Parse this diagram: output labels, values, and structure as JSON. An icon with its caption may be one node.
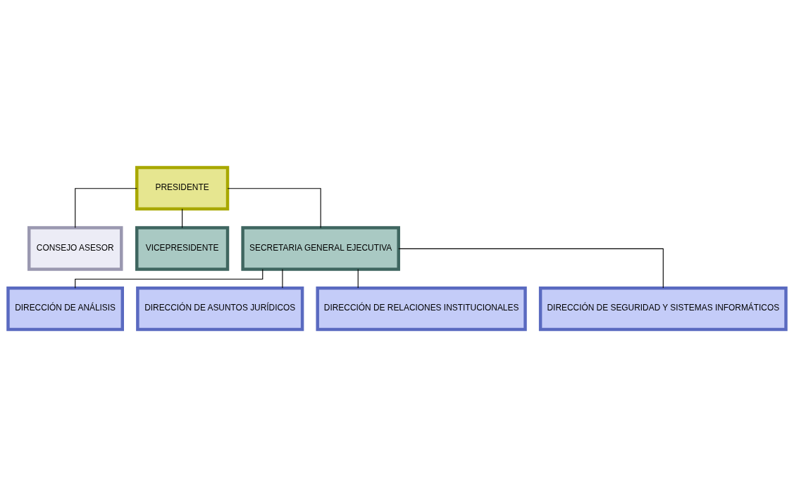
{
  "diagram": {
    "nodes": [
      {
        "text": [
          "PRESIDENTE"
        ]
      },
      {
        "text": [
          "CONSEJO ASESOR"
        ]
      },
      {
        "text": [
          "VICEPRESIDENTE"
        ]
      },
      {
        "text": [
          "SECRETARIA GENERAL EJECUTIVA"
        ]
      },
      {
        "text": [
          "DIRECCIÓN DE ANÁLISIS"
        ]
      },
      {
        "text": [
          "DIRECCIÓN DE ASUNTOS JURÍDICOS"
        ]
      },
      {
        "text": [
          "DIRECCIÓN DE RELACIONES INSTITUCIONALES"
        ]
      },
      {
        "text": [
          "DIRECCIÓN DE SEGURIDAD Y SISTEMAS INFORMÁTICOS"
        ]
      }
    ],
    "edges": [
      {
        "from": 0,
        "to": 1,
        "arrow": "none"
      },
      {
        "from": 0,
        "to": 2,
        "arrow": "none"
      },
      {
        "from": 0,
        "to": 3,
        "arrow": "none"
      },
      {
        "from": 3,
        "to": 4,
        "arrow": "none"
      },
      {
        "from": 3,
        "to": 5,
        "arrow": "none"
      },
      {
        "from": 3,
        "to": 6,
        "arrow": "none"
      },
      {
        "from": 3,
        "to": 7,
        "arrow": "none"
      }
    ]
  }
}
